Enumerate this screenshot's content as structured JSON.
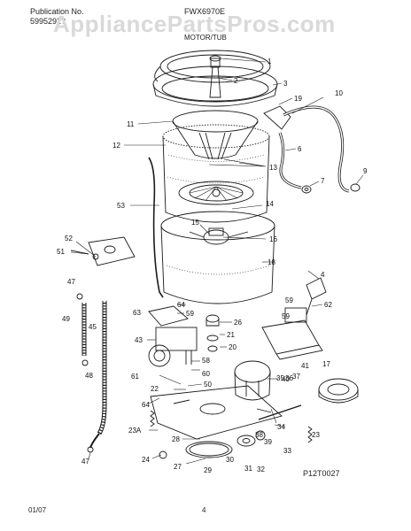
{
  "header": {
    "publication_label": "Publication No.",
    "publication_number": "5995292?",
    "model": "FWX6970E",
    "section": "MOTOR/TUB",
    "watermark": "AppliancePartsPros.com"
  },
  "diagram_code": "P12T0027",
  "footer": {
    "date": "01/07",
    "page": "4"
  },
  "callouts": [
    {
      "id": "c1",
      "label": "1"
    },
    {
      "id": "c2",
      "label": "2"
    },
    {
      "id": "c3",
      "label": "3"
    },
    {
      "id": "c19",
      "label": "19"
    },
    {
      "id": "c10",
      "label": "10"
    },
    {
      "id": "c11",
      "label": "11"
    },
    {
      "id": "c12",
      "label": "12"
    },
    {
      "id": "c6",
      "label": "6"
    },
    {
      "id": "c13",
      "label": "13"
    },
    {
      "id": "c9",
      "label": "9"
    },
    {
      "id": "c7",
      "label": "7"
    },
    {
      "id": "c53",
      "label": "53"
    },
    {
      "id": "c14",
      "label": "14"
    },
    {
      "id": "c15",
      "label": "15"
    },
    {
      "id": "c16",
      "label": "16"
    },
    {
      "id": "c52",
      "label": "52"
    },
    {
      "id": "c51",
      "label": "51"
    },
    {
      "id": "c18",
      "label": "18"
    },
    {
      "id": "c4",
      "label": "4"
    },
    {
      "id": "c47a",
      "label": "47"
    },
    {
      "id": "c64a",
      "label": "64"
    },
    {
      "id": "c59a",
      "label": "59"
    },
    {
      "id": "c62",
      "label": "62"
    },
    {
      "id": "c49",
      "label": "49"
    },
    {
      "id": "c63",
      "label": "63"
    },
    {
      "id": "c59b",
      "label": "59"
    },
    {
      "id": "c26",
      "label": "26"
    },
    {
      "id": "c45",
      "label": "45"
    },
    {
      "id": "c59c",
      "label": "59"
    },
    {
      "id": "c21",
      "label": "21"
    },
    {
      "id": "c43",
      "label": "43"
    },
    {
      "id": "c20",
      "label": "20"
    },
    {
      "id": "c41",
      "label": "41"
    },
    {
      "id": "c58",
      "label": "58"
    },
    {
      "id": "c17",
      "label": "17"
    },
    {
      "id": "c48",
      "label": "48"
    },
    {
      "id": "c60",
      "label": "60"
    },
    {
      "id": "c61",
      "label": "61"
    },
    {
      "id": "c50",
      "label": "50"
    },
    {
      "id": "c40",
      "label": "40"
    },
    {
      "id": "c22",
      "label": "22"
    },
    {
      "id": "c64b",
      "label": "64"
    },
    {
      "id": "c35",
      "label": "35"
    },
    {
      "id": "c36",
      "label": "36"
    },
    {
      "id": "c37",
      "label": "37"
    },
    {
      "id": "c23a",
      "label": "23A"
    },
    {
      "id": "c28",
      "label": "28"
    },
    {
      "id": "c38",
      "label": "38"
    },
    {
      "id": "c34",
      "label": "34"
    },
    {
      "id": "c23",
      "label": "23"
    },
    {
      "id": "c39",
      "label": "39"
    },
    {
      "id": "c33",
      "label": "33"
    },
    {
      "id": "c24",
      "label": "24"
    },
    {
      "id": "c47b",
      "label": "47"
    },
    {
      "id": "c27",
      "label": "27"
    },
    {
      "id": "c29",
      "label": "29"
    },
    {
      "id": "c30",
      "label": "30"
    },
    {
      "id": "c31",
      "label": "31"
    },
    {
      "id": "c32",
      "label": "32"
    }
  ]
}
